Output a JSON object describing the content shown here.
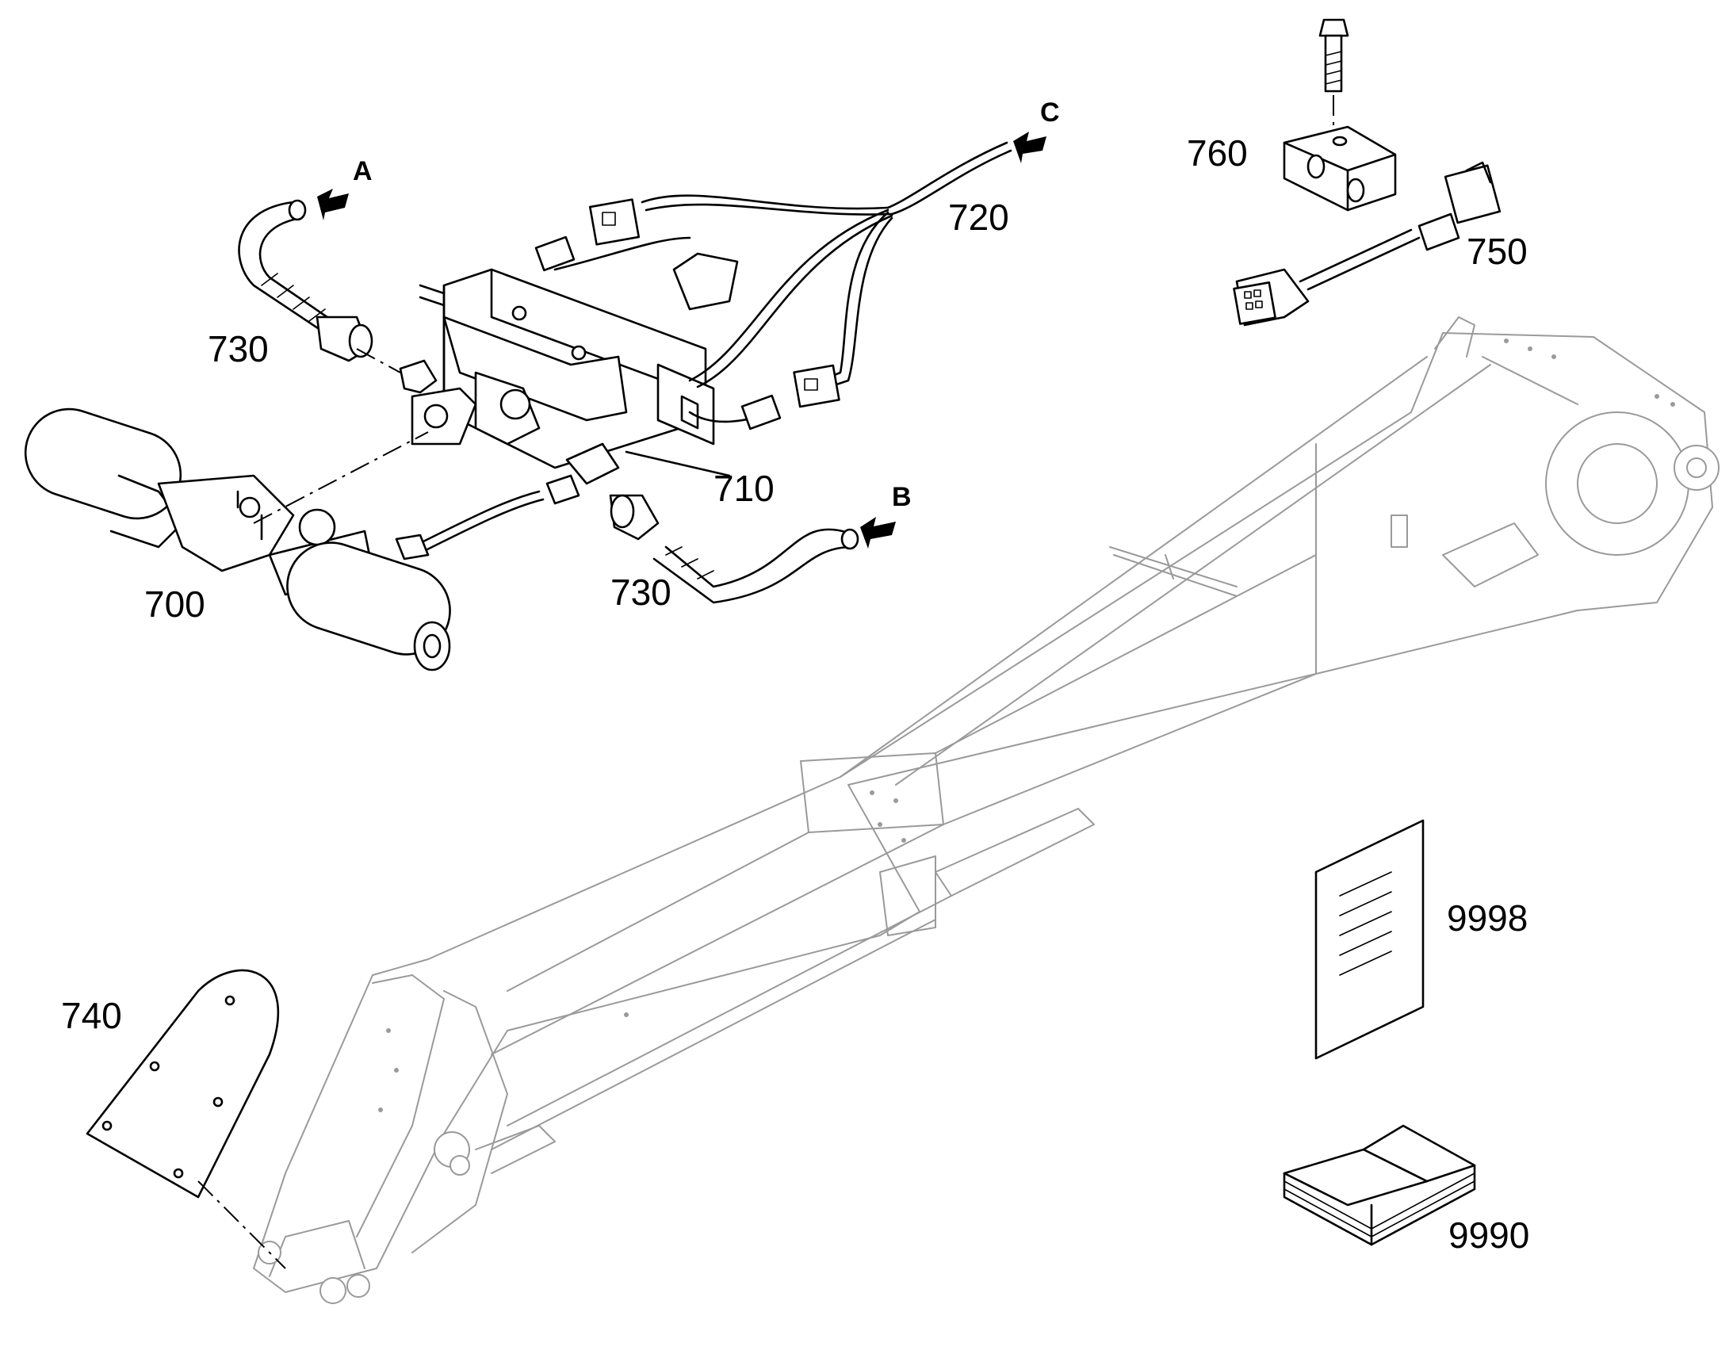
{
  "callouts": {
    "p700": "700",
    "p710": "710",
    "p720": "720",
    "p730_top": "730",
    "p730_bottom": "730",
    "p740": "740",
    "p750": "750",
    "p760": "760",
    "p9998": "9998",
    "p9990": "9990"
  },
  "connections": {
    "a": "A",
    "b": "B",
    "c": "C"
  },
  "colors": {
    "line": "#000000",
    "boom": "#9a9a9a",
    "background": "#ffffff"
  }
}
